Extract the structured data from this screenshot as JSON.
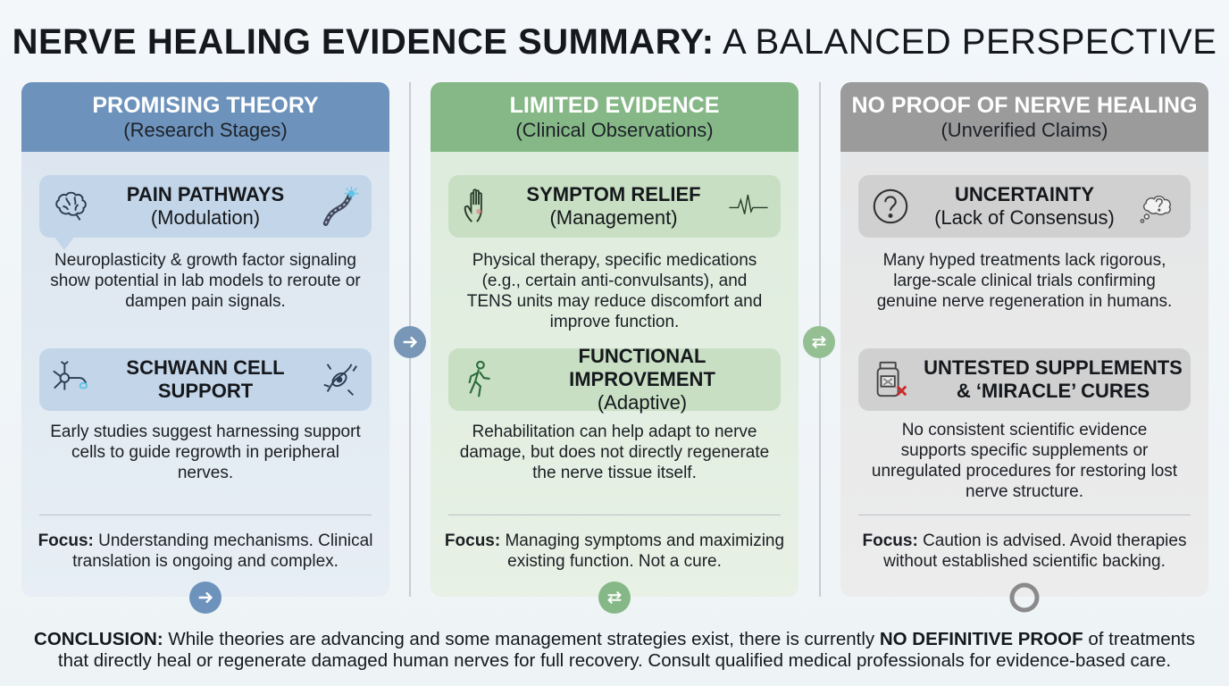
{
  "title": {
    "bold": "NERVE HEALING EVIDENCE SUMMARY:",
    "light": "A BALANCED PERSPECTIVE"
  },
  "columns": [
    {
      "heading": "PROMISING THEORY",
      "subheading": "(Research Stages)",
      "cards": [
        {
          "title": "PAIN PATHWAYS",
          "subtitle": "(Modulation)",
          "text": "Neuroplasticity & growth factor signaling show potential in lab models to reroute or dampen pain signals."
        },
        {
          "title": "SCHWANN CELL",
          "subtitle": "SUPPORT",
          "text": "Early studies suggest harnessing support cells to guide regrowth in peripheral nerves."
        }
      ],
      "focus_label": "Focus:",
      "focus_text": " Understanding mechanisms. Clinical translation is ongoing and complex."
    },
    {
      "heading": "LIMITED EVIDENCE",
      "subheading": "(Clinical Observations)",
      "cards": [
        {
          "title": "SYMPTOM RELIEF",
          "subtitle": "(Management)",
          "text": "Physical therapy, specific medications (e.g., certain anti-convulsants), and TENS units may reduce discomfort and improve function."
        },
        {
          "title": "FUNCTIONAL IMPROVEMENT",
          "subtitle": "(Adaptive)",
          "text": "Rehabilitation can help adapt to nerve damage, but does not directly regenerate the nerve tissue itself."
        }
      ],
      "focus_label": "Focus:",
      "focus_text": " Managing symptoms and maximizing existing function. Not a cure."
    },
    {
      "heading": "NO PROOF OF NERVE HEALING",
      "subheading": "(Unverified Claims)",
      "cards": [
        {
          "title": "UNCERTAINTY",
          "subtitle": "(Lack of Consensus)",
          "text": "Many hyped treatments lack rigorous, large-scale clinical trials confirming genuine nerve regeneration in humans."
        },
        {
          "title": "UNTESTED SUPPLEMENTS",
          "subtitle": "& ‘MIRACLE’ CURES",
          "text": "No consistent scientific evidence supports specific supplements or unregulated procedures for restoring lost nerve structure."
        }
      ],
      "focus_label": "Focus:",
      "focus_text": " Caution is advised. Avoid therapies without established scientific backing."
    }
  ],
  "conclusion": {
    "label": "CONCLUSION:",
    "text_before": " While theories are advancing and some management strategies exist, there is currently ",
    "emphasis": "NO DEFINITIVE PROOF",
    "text_after": " of treatments that directly heal or regenerate damaged human nerves for full recovery. Consult qualified medical professionals for evidence-based care."
  },
  "icons": {
    "col1_card1_left": "brain-icon",
    "col1_card1_right": "nerve-pathway-icon",
    "col1_card2_left": "neuron-icon",
    "col1_card2_right": "schwann-cell-icon",
    "col2_card1_left": "hand-icon",
    "col2_card1_right": "pulse-wave-icon",
    "col2_card2_left": "walking-person-icon",
    "col3_card1_left": "question-circle-icon",
    "col3_card1_right": "thought-cloud-icon",
    "col3_card2_left": "supplement-bottle-icon"
  },
  "colors": {
    "blue_accent": "#6d93bd",
    "green_accent": "#86b887",
    "gray_accent": "#9b9b9b"
  }
}
